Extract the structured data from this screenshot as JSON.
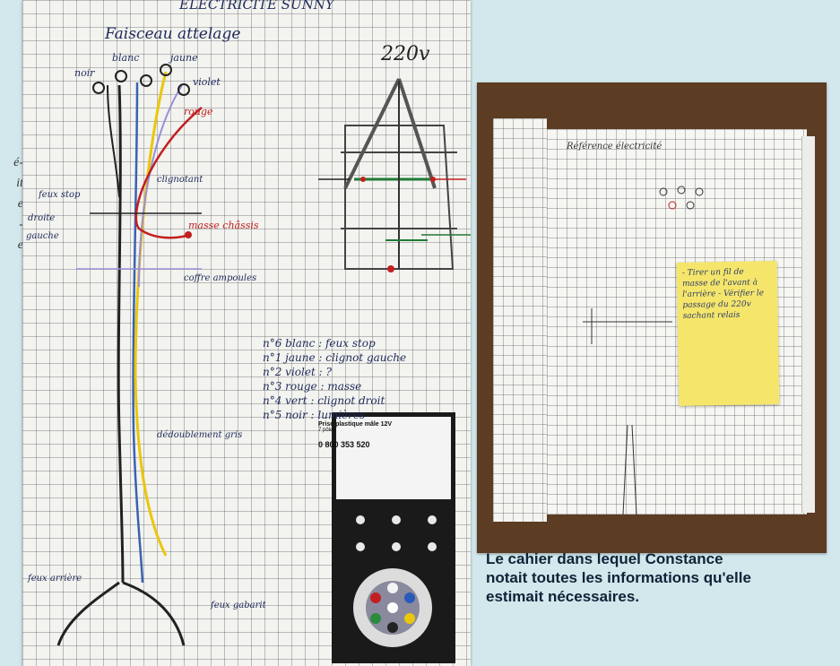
{
  "left_photo": {
    "header": "ELECTRICITE     SUNNY",
    "title": "Faisceau attelage",
    "voltage": "220v",
    "wire_labels": [
      "noir",
      "blanc",
      "jaune",
      "violet",
      "rouge"
    ],
    "side_labels": [
      "feux stop",
      "droite",
      "gauche",
      "clignotant",
      "masse châssis",
      "coffre ampoules",
      "dédoublement gris",
      "feux arrière",
      "feux gabarit"
    ],
    "legend": [
      "n°6 blanc : feux stop",
      "n°1 jaune : clignot gauche",
      "n°2 violet : ?",
      "n°3 rouge : masse",
      "n°4 vert : clignot droit",
      "n°5 noir : lumières"
    ],
    "package_label": {
      "title": "Prise plastique mâle 12V",
      "subtitle": "7 pôles",
      "code": "0 800 353 520"
    }
  },
  "right_photo": {
    "notebook_header": "Référence électricité",
    "sticky_note": "- Tirer un fil de masse de l'avant à l'arrière - Vérifier le passage du 220v sachant relais"
  },
  "caption": "Le cahier dans lequel Constance notait toutes les informations qu'elle estimait nécessaires.",
  "sliver_text": [
    "é-",
    "it",
    "e",
    "-",
    "e"
  ],
  "colors": {
    "background": "#d3e8ec",
    "caption": "#0d2338",
    "ink_blue": "#1e2a5a",
    "ink_red": "#c21f1f",
    "sticky": "#f5e66b"
  }
}
